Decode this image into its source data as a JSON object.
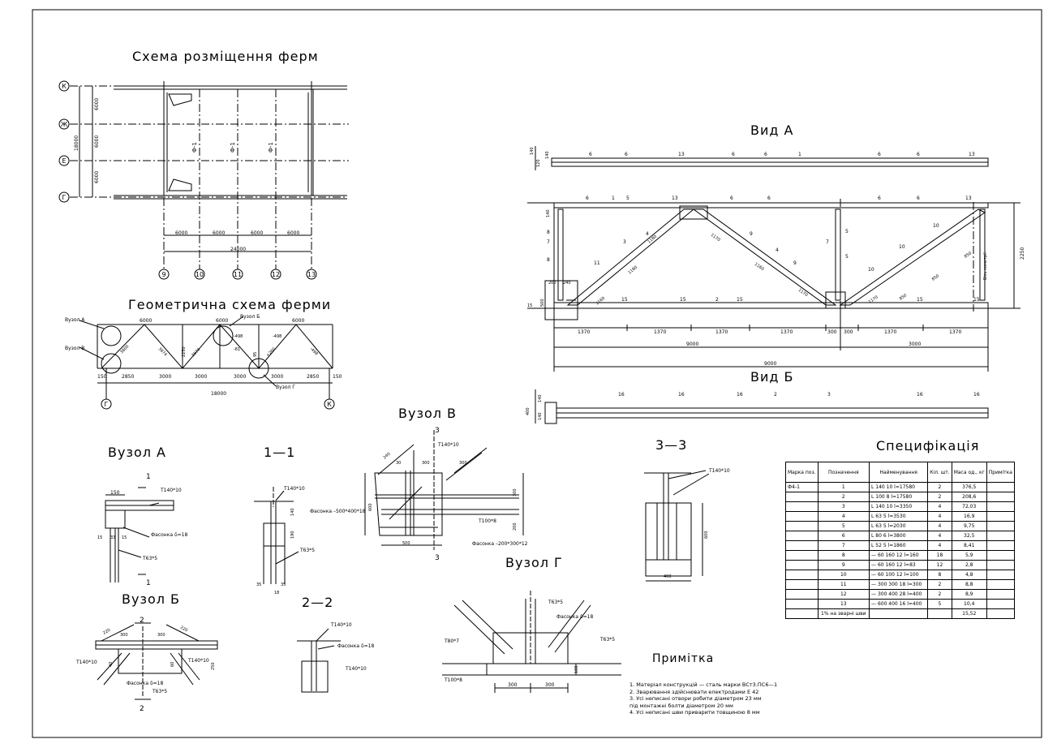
{
  "titles": {
    "layout": "Схема розміщення ферм",
    "geom": "Геометрична схема ферми",
    "vidA": "Вид А",
    "vidB": "Вид Б",
    "uzolA": "Вузол А",
    "uzolB": "Вузол Б",
    "uzolV": "Вузол В",
    "uzolG": "Вузол Г",
    "s11": "1—1",
    "s22": "2—2",
    "s33": "3—3",
    "spec": "Специфікація",
    "notes": "Примітка"
  },
  "layout": {
    "rows": [
      "К",
      "Ж",
      "Е",
      "Г"
    ],
    "cols": [
      "9",
      "10",
      "11",
      "12",
      "13"
    ],
    "truss_labels": [
      "Ф-1",
      "Ф-1",
      "Ф-1"
    ],
    "row_dims": [
      "6000",
      "6000",
      "6000"
    ],
    "row_total": "18000",
    "col_dims": [
      "6000",
      "6000",
      "6000",
      "6000"
    ],
    "col_total": "24000"
  },
  "geom": {
    "node_labels": [
      "Вузол А",
      "Вузол В",
      "Вузол Б",
      "Вузол Г"
    ],
    "top_dims": [
      "6000",
      "6000",
      "6000"
    ],
    "bottom_dims": [
      "150",
      "2850",
      "3000",
      "3000",
      "3000",
      "3000",
      "2850",
      "150"
    ],
    "member_labels": [
      "3800",
      "3874",
      "3874",
      "-498",
      "-498",
      "-498",
      "-81",
      "+260",
      "95",
      "2250"
    ],
    "total": "18000",
    "axes": [
      "Г",
      "К"
    ]
  },
  "vidA": {
    "top_marks": [
      "6",
      "6",
      "13",
      "6",
      "6",
      "1",
      "6",
      "6",
      "13"
    ],
    "mid_marks": [
      "6",
      "1",
      "5",
      "13",
      "6",
      "6",
      "6",
      "6",
      "13"
    ],
    "web_marks": [
      "8",
      "7",
      "8",
      "3",
      "4",
      "9",
      "4",
      "9",
      "7",
      "5",
      "5",
      "10",
      "10",
      "10",
      "11"
    ],
    "diag_dims": [
      "1180",
      "1180",
      "1170",
      "1160",
      "1170",
      "850",
      "850",
      "850",
      "1170",
      "1160"
    ],
    "bottom_marks": [
      "15",
      "15",
      "2",
      "15",
      "15",
      "15"
    ],
    "panel_dims": [
      "1370",
      "1370",
      "1370",
      "1370",
      "300",
      "300",
      "1370",
      "1370"
    ],
    "half_dims": [
      "9000",
      "3000"
    ],
    "total": "9000",
    "height": "2250",
    "axis_note": "Вісь симетрії",
    "small_dims": [
      "140",
      "120",
      "140",
      "200",
      "240",
      "500",
      "140",
      "15"
    ]
  },
  "vidB": {
    "marks": [
      "16",
      "16",
      "16",
      "2",
      "3",
      "16",
      "16"
    ],
    "dims": [
      "140",
      "140",
      "400"
    ]
  },
  "uzolA": {
    "labels": [
      "Т140*10",
      "Фасонка δ=18",
      "Т63*5",
      "150",
      "15",
      "33",
      "15",
      "1",
      "1"
    ]
  },
  "s11": {
    "labels": [
      "Т140*10",
      "Т63*5",
      "140",
      "190",
      "35",
      "35",
      "18"
    ]
  },
  "uzolB": {
    "labels": [
      "Т140*10",
      "Т140*10",
      "Фасонка δ=18",
      "Т63*5",
      "300",
      "300",
      "220",
      "220",
      "2",
      "2",
      "60",
      "40",
      "250"
    ]
  },
  "s22": {
    "labels": [
      "Т140*10",
      "Фасонка δ=18",
      "Т140*10"
    ]
  },
  "uzolV": {
    "labels": [
      "Т140*10",
      "Т100*8",
      "Фасонка –500*400*18",
      "Фасонка –200*300*12",
      "3",
      "3",
      "240",
      "30",
      "300",
      "300",
      "300",
      "200",
      "500",
      "600"
    ]
  },
  "s33": {
    "labels": [
      "Т140*10",
      "600",
      "400"
    ]
  },
  "uzolG": {
    "labels": [
      "Т63*5",
      "Фасонка δ=18",
      "Т80*7",
      "Т63*5",
      "Т100*8",
      "300",
      "300",
      "100"
    ]
  },
  "spec": {
    "headers": [
      "Марка поз.",
      "Позначення",
      "Найменування",
      "Кіл. шт.",
      "Маса од., кг",
      "Примітка"
    ],
    "rows": [
      [
        "Ф4-1",
        "1",
        "L 140 10  l=17580",
        "2",
        "376,5",
        ""
      ],
      [
        "",
        "2",
        "L 100 8  l=17580",
        "2",
        "208,6",
        ""
      ],
      [
        "",
        "3",
        "L 140 10  l=3350",
        "4",
        "72,03",
        ""
      ],
      [
        "",
        "4",
        "L 63 5  l=3530",
        "4",
        "16,9",
        ""
      ],
      [
        "",
        "5",
        "L 63 5  l=2030",
        "4",
        "9,75",
        ""
      ],
      [
        "",
        "6",
        "L 80 6  l=3800",
        "4",
        "32,5",
        ""
      ],
      [
        "",
        "7",
        "L 52 5  l=1860",
        "4",
        "8,41",
        ""
      ],
      [
        "",
        "8",
        "— 60 160 12  l=160",
        "18",
        "5,9",
        ""
      ],
      [
        "",
        "9",
        "— 60 160 12  l=83",
        "12",
        "2,8",
        ""
      ],
      [
        "",
        "10",
        "— 60 100 12  l=100",
        "8",
        "4,8",
        ""
      ],
      [
        "",
        "11",
        "— 300 300 18  l=300",
        "2",
        "8,8",
        ""
      ],
      [
        "",
        "12",
        "— 300 400 28  l=400",
        "2",
        "8,9",
        ""
      ],
      [
        "",
        "13",
        "— 600 400 16  l=400",
        "5",
        "10,4",
        ""
      ],
      [
        "",
        "1% на зварні шви",
        "",
        "",
        "15,52",
        ""
      ]
    ]
  },
  "notes": [
    "1.  Матеріал конструкцій — сталь марки ВСт3.ПС6—1",
    "2.  Зварювання здійснювати електродами Е 42",
    "3.  Усі неписані отвори робити діаметром 23 мм",
    "     під монтажні болти діаметром 20 мм",
    "4.  Усі неписані шви приварити товщиною 8 мм"
  ]
}
